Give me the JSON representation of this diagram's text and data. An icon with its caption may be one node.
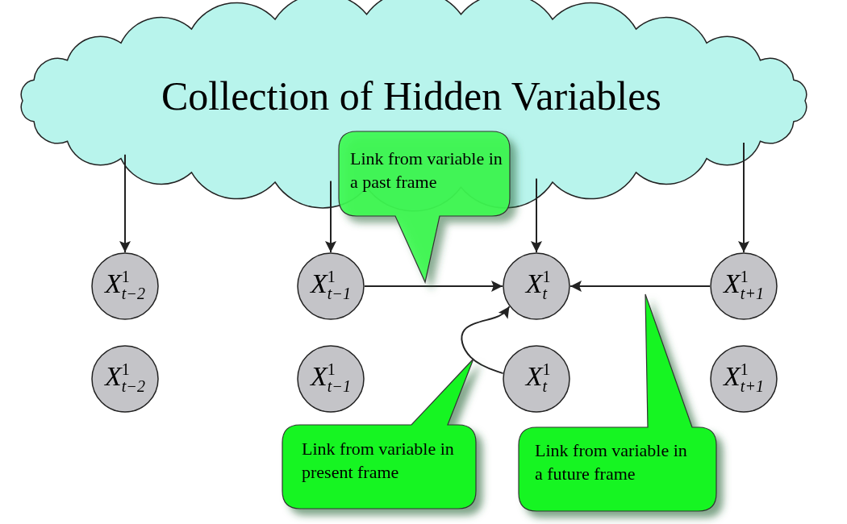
{
  "diagram": {
    "nodes": [
      {
        "text": [
          "Collection of Hidden Variables"
        ]
      },
      {
        "text": [
          "X$^{1}$$_{t−2}$"
        ]
      },
      {
        "text": [
          "X$^{1}$$_{t−1}$"
        ]
      },
      {
        "text": [
          "X$^{1}$$_{t}$"
        ]
      },
      {
        "text": [
          "X$^{1}$$_{t+1}$"
        ]
      },
      {
        "text": [
          "X$^{1}$$_{t−2}$"
        ]
      },
      {
        "text": [
          "X$^{1}$$_{t−1}$"
        ]
      },
      {
        "text": [
          "X$^{1}$$_{t}$"
        ]
      },
      {
        "text": [
          "X$^{1}$$_{t+1}$"
        ]
      },
      {
        "text": [
          "Link from variable in a past frame"
        ]
      },
      {
        "text": [
          "Link from variable in present frame"
        ]
      },
      {
        "text": [
          "Link from variable in a future frame"
        ]
      }
    ],
    "edges": [
      {
        "from": 0,
        "to": 1,
        "arrow": "to"
      },
      {
        "from": 0,
        "to": 2,
        "arrow": "to"
      },
      {
        "from": 0,
        "to": 3,
        "arrow": "to"
      },
      {
        "from": 0,
        "to": 4,
        "arrow": "to"
      },
      {
        "from": 2,
        "to": 3,
        "arrow": "to"
      },
      {
        "from": 4,
        "to": 3,
        "arrow": "to"
      },
      {
        "from": 7,
        "to": 3,
        "arrow": "to"
      }
    ]
  }
}
